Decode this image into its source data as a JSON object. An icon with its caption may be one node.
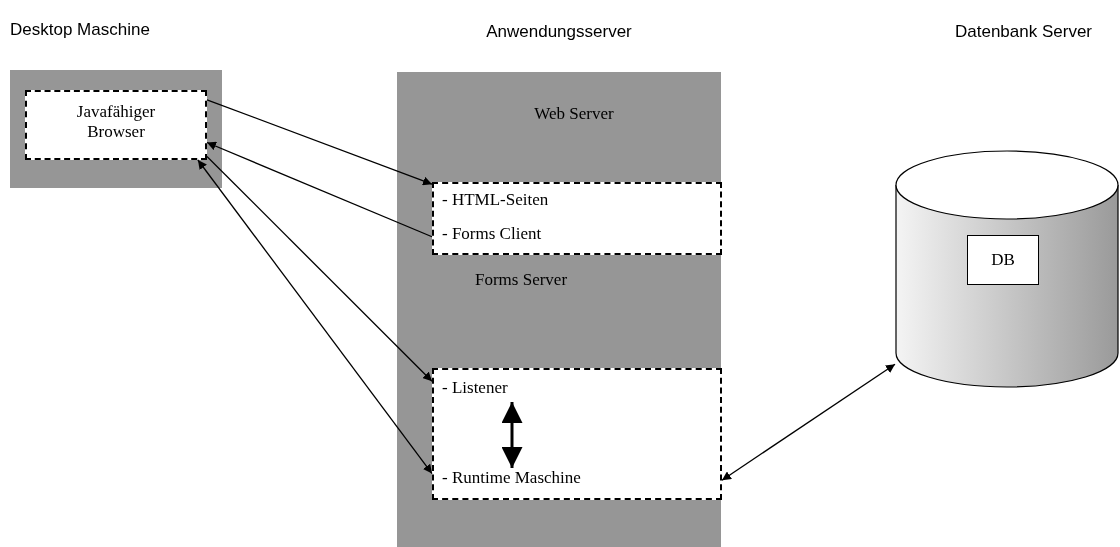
{
  "diagram": {
    "nodes": [
      {
        "text": [
          "Desktop Maschine"
        ]
      },
      {
        "text": [
          "Javafähiger Browser"
        ],
        "in": 0
      },
      {
        "text": [
          "Anwendungsserver"
        ]
      },
      {
        "text": [
          "Web Server",
          "- HTML-Seiten",
          "- Forms Client"
        ],
        "in": 2
      },
      {
        "text": [],
        "shape": "box",
        "in": 2
      },
      {
        "text": [
          "- Listener"
        ],
        "in": 4
      },
      {
        "text": [
          "- Runtime Maschine"
        ],
        "in": 4
      },
      {
        "text": [],
        "shape": "cylinder"
      },
      {
        "text": [
          "DB"
        ],
        "in": 7
      }
    ],
    "edges": [
      {
        "from": 1,
        "to": 3,
        "arrow": "to"
      },
      {
        "from": 3,
        "to": 1,
        "arrow": "to"
      },
      {
        "from": 1,
        "to": 4,
        "arrow": "to"
      },
      {
        "from": 4,
        "to": 1,
        "arrow": "both"
      },
      {
        "from": 5,
        "to": 6,
        "arrow": "both",
        "style": "thick"
      },
      {
        "from": 4,
        "to": 7,
        "arrow": "both"
      }
    ],
    "labels": [
      "Datenbank Server",
      "Forms Server"
    ]
  }
}
